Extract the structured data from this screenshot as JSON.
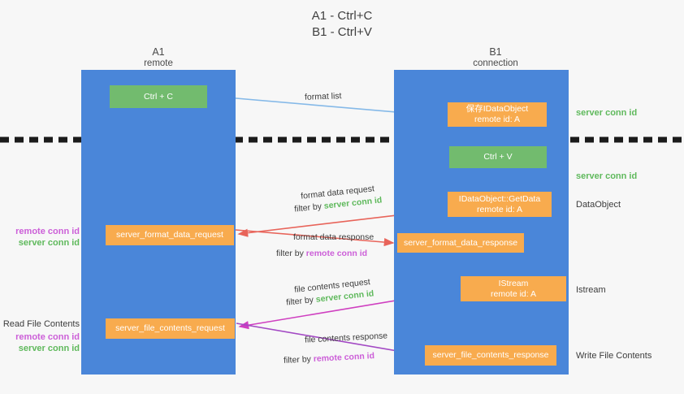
{
  "title": "A1 - Ctrl+C\nB1 - Ctrl+V",
  "columns": {
    "a1": {
      "name": "A1",
      "role": "remote"
    },
    "b1": {
      "name": "B1",
      "role": "connection"
    }
  },
  "boxes": {
    "ctrl_c": {
      "label": "Ctrl + C",
      "color": "#72bb6e"
    },
    "ctrl_v": {
      "label": "Ctrl + V",
      "color": "#72bb6e"
    },
    "save_dataobject": {
      "line1": "保存IDataObject",
      "line2": "remote id: A",
      "color": "#f8ab4e"
    },
    "getdata": {
      "line1": "IDataObject::GetData",
      "line2": "remote id: A",
      "color": "#f8ab4e"
    },
    "istream": {
      "line1": "IStream",
      "line2": "remote id: A",
      "color": "#f8ab4e"
    },
    "server_format_data_request": {
      "label": "server_format_data_request",
      "color": "#f8ab4e"
    },
    "server_format_data_response": {
      "label": "server_format_data_response",
      "color": "#f8ab4e"
    },
    "server_file_contents_request": {
      "label": "server_file_contents_request",
      "color": "#f8ab4e"
    },
    "server_file_contents_response": {
      "label": "server_file_contents_response",
      "color": "#f8ab4e"
    }
  },
  "flows": {
    "format_list": {
      "label": "format list"
    },
    "format_data_request": {
      "label": "format data request",
      "filter_prefix": "filter by ",
      "filter_value": "server conn id"
    },
    "format_data_response": {
      "label": "format data response",
      "filter_prefix": "filter by ",
      "filter_value": "remote conn id"
    },
    "file_contents_request": {
      "label": "file contents request",
      "filter_prefix": "filter by ",
      "filter_value": "server conn id"
    },
    "file_contents_response": {
      "label": "file contents response",
      "filter_prefix": "filter by ",
      "filter_value": "remote conn id"
    }
  },
  "side_notes": {
    "server_conn_id_top": "server conn id",
    "server_conn_id_mid": "server conn id",
    "dataobject": "DataObject",
    "istream": "Istream",
    "write_file_contents": "Write File Contents"
  },
  "left_notes": {
    "group1": {
      "remote": "remote conn id",
      "server": "server conn id"
    },
    "group2": {
      "title": "Read File Contents",
      "remote": "remote conn id",
      "server": "server conn id"
    }
  },
  "colors": {
    "lane": "#4a86d9",
    "green_box": "#72bb6e",
    "orange_box": "#f8ab4e",
    "green_text": "#5fb95c",
    "purple_text": "#cc5fd8",
    "arrow_lightblue": "#85b9e8",
    "arrow_red": "#e8645a",
    "arrow_magenta": "#cf3fc0",
    "arrow_purple": "#a349c4",
    "arrow_black": "#000000",
    "background": "#f7f7f7"
  }
}
